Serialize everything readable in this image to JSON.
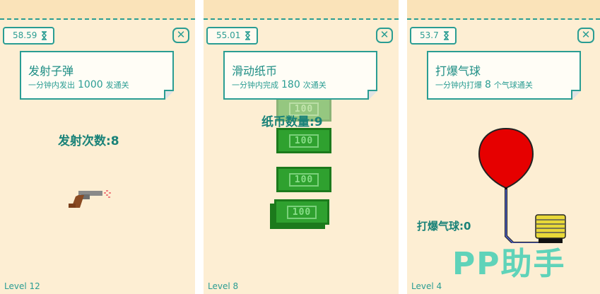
{
  "panels": [
    {
      "timer": "58.59",
      "title": "发射子弹",
      "desc_prefix": "一分钟内发出",
      "desc_num": "1000",
      "desc_suffix": "发通关",
      "counter": "发射次数:8",
      "level": "Level 12"
    },
    {
      "timer": "55.01",
      "title": "滑动纸币",
      "desc_prefix": "一分钟内完成",
      "desc_num": "180",
      "desc_suffix": "次通关",
      "counter": "纸币数量:9",
      "level": "Level 8",
      "bill_label": "100"
    },
    {
      "timer": "53.7",
      "title": "打爆气球",
      "desc_prefix": "一分钟内打爆",
      "desc_num": "8",
      "desc_suffix": "个气球通关",
      "counter": "打爆气球:0",
      "level": "Level 4"
    }
  ],
  "watermark": "PP助手",
  "colors": {
    "teal": "#2a9d93",
    "bg": "#fdeed3",
    "balloon": "#e60000"
  }
}
